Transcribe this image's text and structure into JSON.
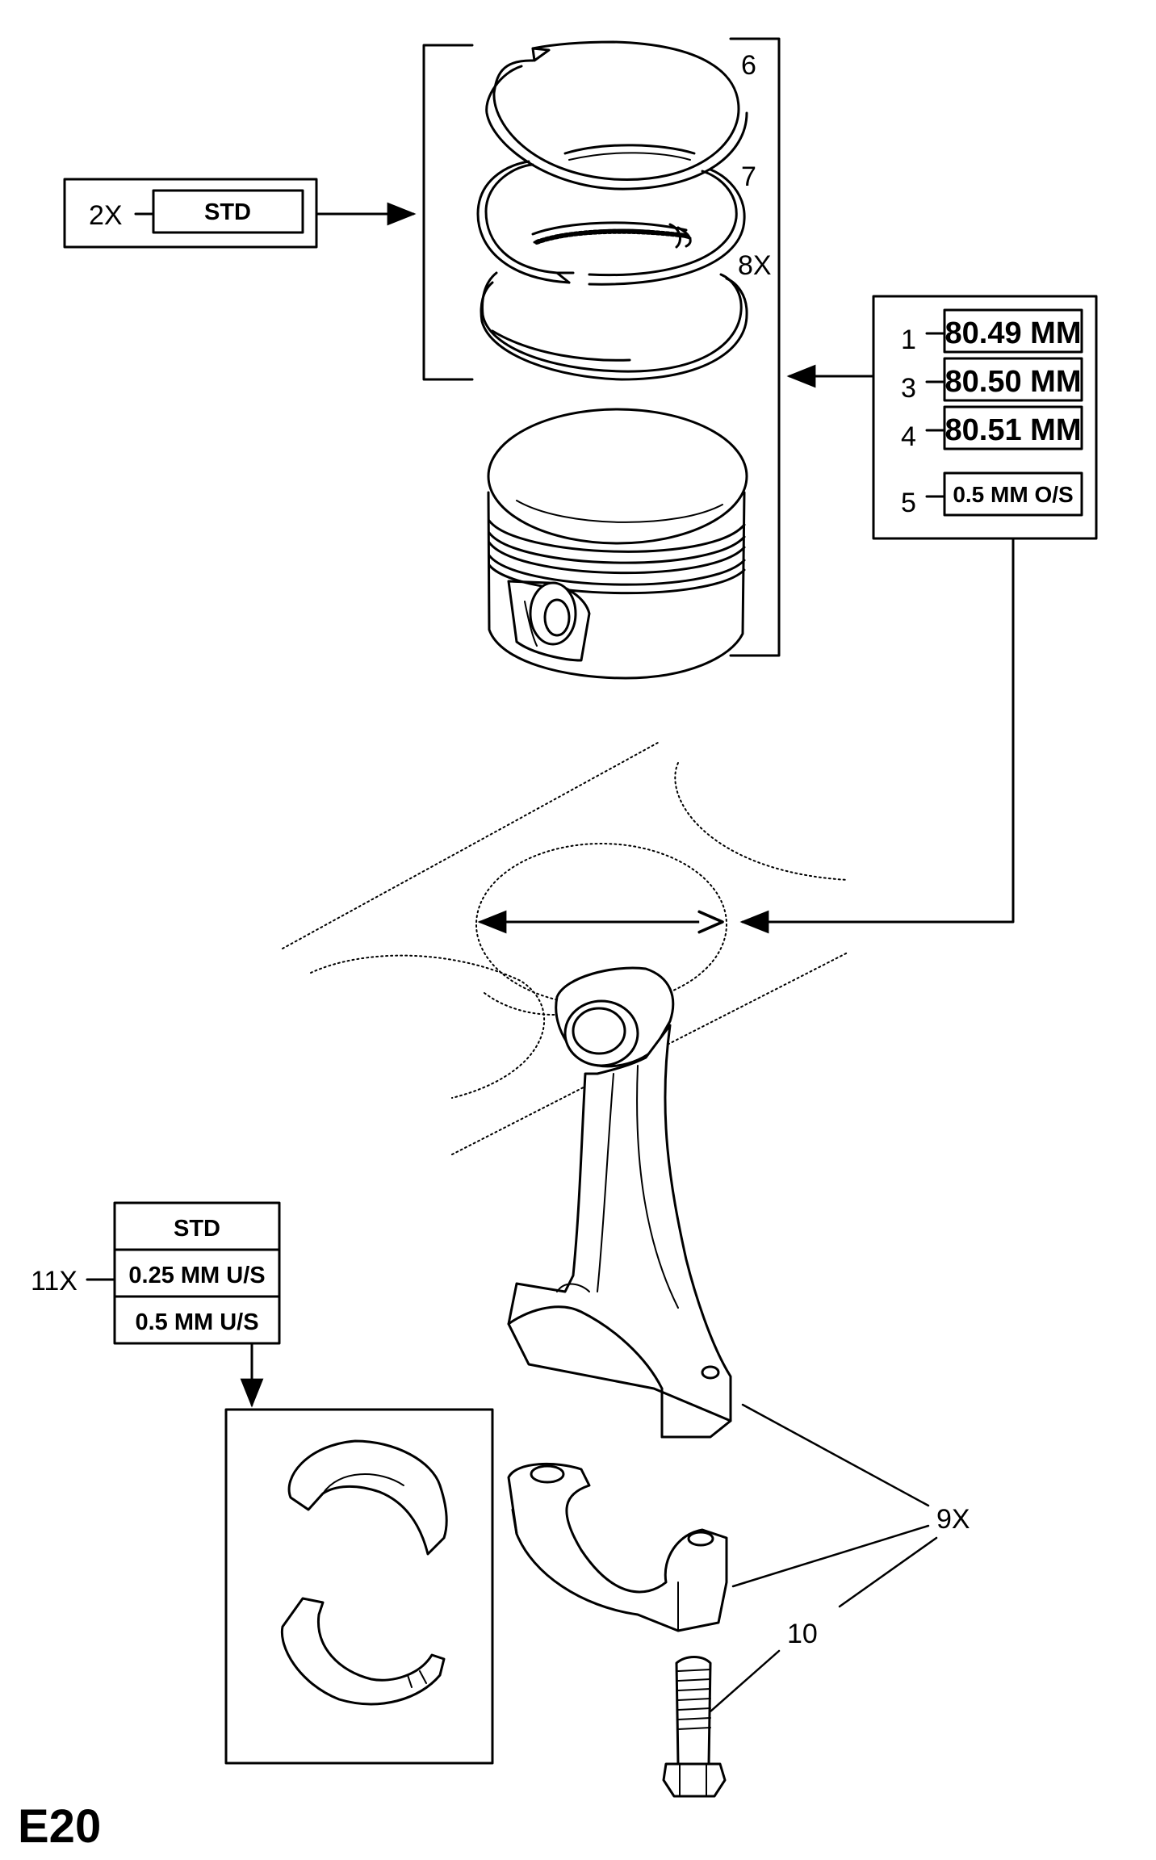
{
  "page_code": "E20",
  "callouts": {
    "ring_top": "6",
    "ring_middle": "7",
    "ring_oil": "8X",
    "ring_set_qty": "2X",
    "size_1": "1",
    "size_3": "3",
    "size_4": "4",
    "size_5": "5",
    "bearing_qty": "11X",
    "rod_qty": "9X",
    "bolt": "10"
  },
  "ring_set_box": {
    "grade": "STD"
  },
  "piston_sizes": [
    {
      "callout": "1",
      "size": "80.49 MM"
    },
    {
      "callout": "3",
      "size": "80.50 MM"
    },
    {
      "callout": "4",
      "size": "80.51 MM"
    },
    {
      "callout": "5",
      "size": "0.5 MM O/S"
    }
  ],
  "bearing_sizes": [
    "STD",
    "0.25 MM U/S",
    "0.5 MM U/S"
  ]
}
